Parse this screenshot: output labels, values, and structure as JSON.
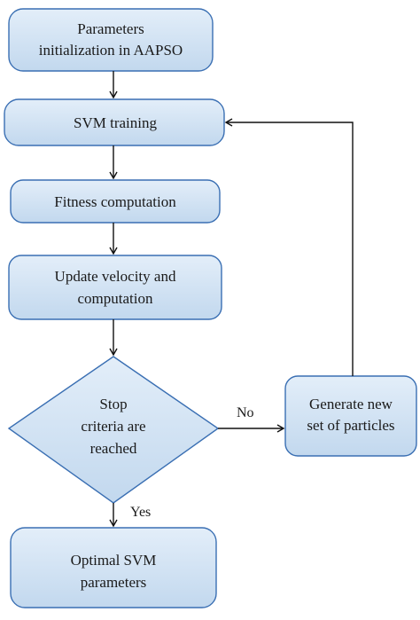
{
  "colors": {
    "box_fill_top": "#e3eef9",
    "box_fill_bottom": "#c2d8ee",
    "box_stroke": "#3a6fb3",
    "arrow": "#111111"
  },
  "nodes": {
    "params_init": {
      "lines": [
        "Parameters",
        "initialization in AAPSO"
      ]
    },
    "svm_training": {
      "lines": [
        "SVM training"
      ]
    },
    "fitness": {
      "lines": [
        "Fitness computation"
      ]
    },
    "update_velocity": {
      "lines": [
        "Update velocity and",
        "computation"
      ]
    },
    "stop_criteria": {
      "lines": [
        "Stop",
        "criteria are",
        "reached"
      ]
    },
    "generate_particles": {
      "lines": [
        "Generate new",
        "set of particles"
      ]
    },
    "optimal_params": {
      "lines": [
        "Optimal SVM",
        "parameters"
      ]
    }
  },
  "edges": {
    "no_label": "No",
    "yes_label": "Yes"
  }
}
